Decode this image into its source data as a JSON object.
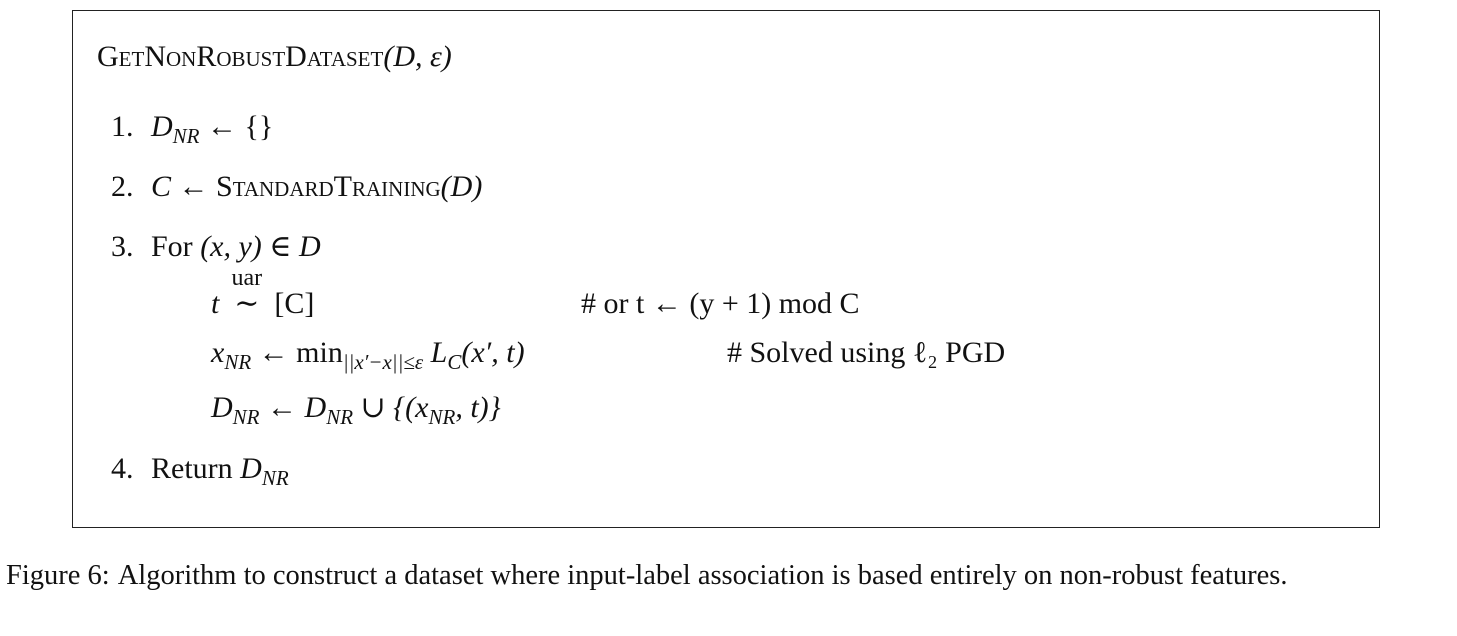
{
  "algorithm": {
    "title": "GetNonRobustDataset",
    "title_args": "(D, ε)",
    "steps": [
      {
        "number": "1.",
        "lhs": "D",
        "lhs_sub": "NR",
        "op": " ← ",
        "rhs": "{}"
      },
      {
        "number": "2.",
        "lhs": "C",
        "op": " ← ",
        "rhs_sc": "StandardTraining",
        "rhs_args": "(D)"
      },
      {
        "number": "3.",
        "keyword": "For",
        "rhs": " (x, y) ∈ D"
      },
      {
        "number": "4.",
        "keyword": "Return",
        "rhs": "D",
        "rhs_sub": "NR"
      }
    ],
    "loop_body": {
      "sample_lhs": "t",
      "sample_op_over": "uar",
      "sample_op": "∼",
      "sample_rhs": "[C]",
      "comment1": "# or t ← (y + 1)  mod C",
      "adv_lhs": "x",
      "adv_lhs_sub": "NR",
      "adv_op": " ← min",
      "adv_min_sub": "||x′−x||≤ε",
      "adv_rhs_loss": " L",
      "adv_rhs_loss_sub": "C",
      "adv_rhs_args": "(x′, t)",
      "comment2": "# Solved using ℓ₂ PGD",
      "union_lhs": "D",
      "union_lhs_sub": "NR",
      "union_op": " ← D",
      "union_mid_sub": "NR",
      "union_rest": " ∪ {(x",
      "union_rest_sub": "NR",
      "union_end": ", t)}"
    }
  },
  "caption": {
    "label": "Figure 6:",
    "text": "Algorithm to construct a dataset where input-label association is based entirely on non-robust features."
  }
}
